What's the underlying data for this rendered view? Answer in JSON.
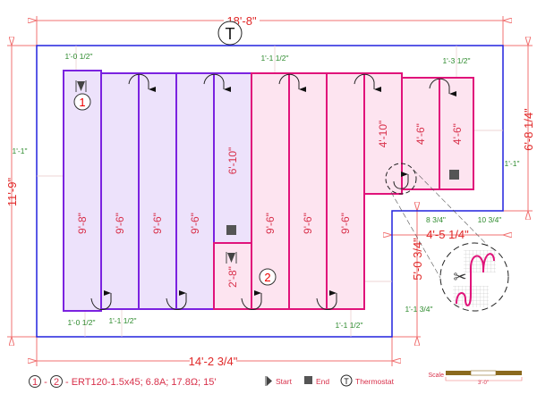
{
  "dimensions": {
    "top_width": "18'-8\"",
    "left_height": "11'-9\"",
    "right_height": "6'-8 1/4\"",
    "notch_width": "4'-5 1/4\"",
    "notch_height": "5'-0 3/4\"",
    "bottom_width": "14'-2 3/4\""
  },
  "offsets": {
    "top_left": "1'-0 1/2\"",
    "top_mid": "1'-1 1/2\"",
    "top_right": "1'-3 1/2\"",
    "left": "1'-1\"",
    "right": "1'-1\"",
    "notch_a": "8 3/4\"",
    "notch_b": "10 3/4\"",
    "notch_bottom": "1'-1 3/4\"",
    "bottom_left": "1'-0 1/2\"",
    "bottom_left2": "1'-1 1/2\"",
    "bottom_right": "1'-1 1/2\""
  },
  "strips": [
    "9'-8\"",
    "9'-6\"",
    "9'-6\"",
    "9'-6\"",
    "6'-10\"",
    "2'-8\"",
    "9'-6\"",
    "9'-6\"",
    "9'-6\"",
    "4'-10\"",
    "4'-6\"",
    "4'-6\""
  ],
  "markers": {
    "circuit1": "1",
    "circuit2": "2",
    "thermostat": "T"
  },
  "legend": {
    "c1": "1",
    "dash": "-",
    "c2": "2",
    "spec": "- ERT120-1.5x45; 6.8A; 17.8Ω; 15'",
    "start": "Start",
    "end": "End",
    "t": "T",
    "thermostat": "Thermostat"
  },
  "scale": {
    "label": "Scale",
    "value": "3'-0\""
  },
  "colors": {
    "circuit1": "#7b22e0",
    "circuit2": "#e0137a",
    "room": "#2222dd",
    "dimension": "#e02828"
  }
}
